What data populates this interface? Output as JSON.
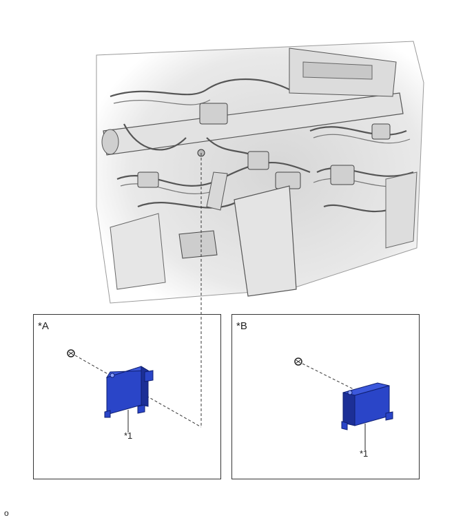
{
  "insets": {
    "a": {
      "label": "*A",
      "callout": "*1"
    },
    "b": {
      "label": "*B",
      "callout": "*1"
    }
  },
  "footer": {
    "code": "o"
  },
  "colors": {
    "component": "#2a45c8",
    "component_dark": "#1c2f96",
    "line": "#333333"
  },
  "icons": [
    "screw-icon",
    "module-icon"
  ]
}
